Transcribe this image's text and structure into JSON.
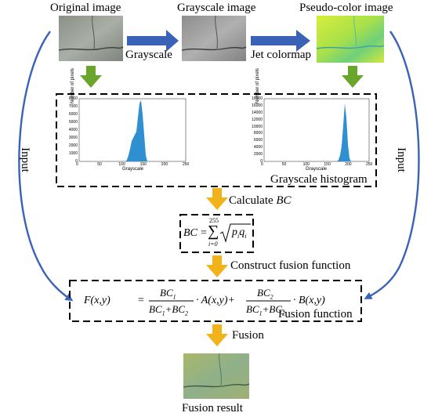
{
  "images": {
    "original": {
      "title": "Original image"
    },
    "grayscale": {
      "title": "Grayscale image"
    },
    "pseudo": {
      "title": "Pseudo-color image"
    },
    "result": {
      "title": "Fusion result"
    }
  },
  "arrows": {
    "grayscale_label": "Grayscale",
    "jet_label": "Jet  colormap",
    "input_left": "Input",
    "input_right": "Input",
    "calculate_label": "Calculate",
    "calculate_var": "BC",
    "construct_label": "Construct fusion function",
    "fusion_label": "Fusion"
  },
  "histogram_box": {
    "label": "Grayscale histogram",
    "left": {
      "ylabel": "Number of pixels",
      "xlabel": "Grayscale",
      "yticks": [
        "8000",
        "7000",
        "6000",
        "5000",
        "4000",
        "3000",
        "2000",
        "1000",
        "0"
      ],
      "xticks": [
        "0",
        "50",
        "100",
        "150",
        "200",
        "250"
      ]
    },
    "right": {
      "ylabel": "Number of pixels",
      "xlabel": "Grayscale",
      "yticks": [
        "18000",
        "16000",
        "14000",
        "12000",
        "10000",
        "8000",
        "6000",
        "4000",
        "2000",
        "0"
      ],
      "xticks": [
        "0",
        "50",
        "100",
        "150",
        "200",
        "250"
      ]
    }
  },
  "bc_formula": {
    "lhs": "BC",
    "eq": "=",
    "upper": "255",
    "lower": "i=0",
    "sum": "∑",
    "term": "p",
    "term_sub": "i",
    "term2": "q",
    "term2_sub": "i"
  },
  "fusion_formula": {
    "lhs": "F(x,y)",
    "eq": "=",
    "num1": "BC",
    "num1_sub": "1",
    "den1": "BC",
    "den1_sub": "1",
    "den1b": "+BC",
    "den1b_sub": "2",
    "a_term": "· A(x,y)+",
    "num2": "BC",
    "num2_sub": "2",
    "den2": "BC",
    "den2_sub": "1",
    "den2b": "+BC",
    "den2b_sub": "2",
    "b_term": "· B(x,y)",
    "label": "Fusion function"
  },
  "colors": {
    "blue_arrow": "#3a63b8",
    "green_arrow": "#6aa62c",
    "orange_arrow": "#f2b21a",
    "histogram_bar": "#2f8fd0"
  }
}
